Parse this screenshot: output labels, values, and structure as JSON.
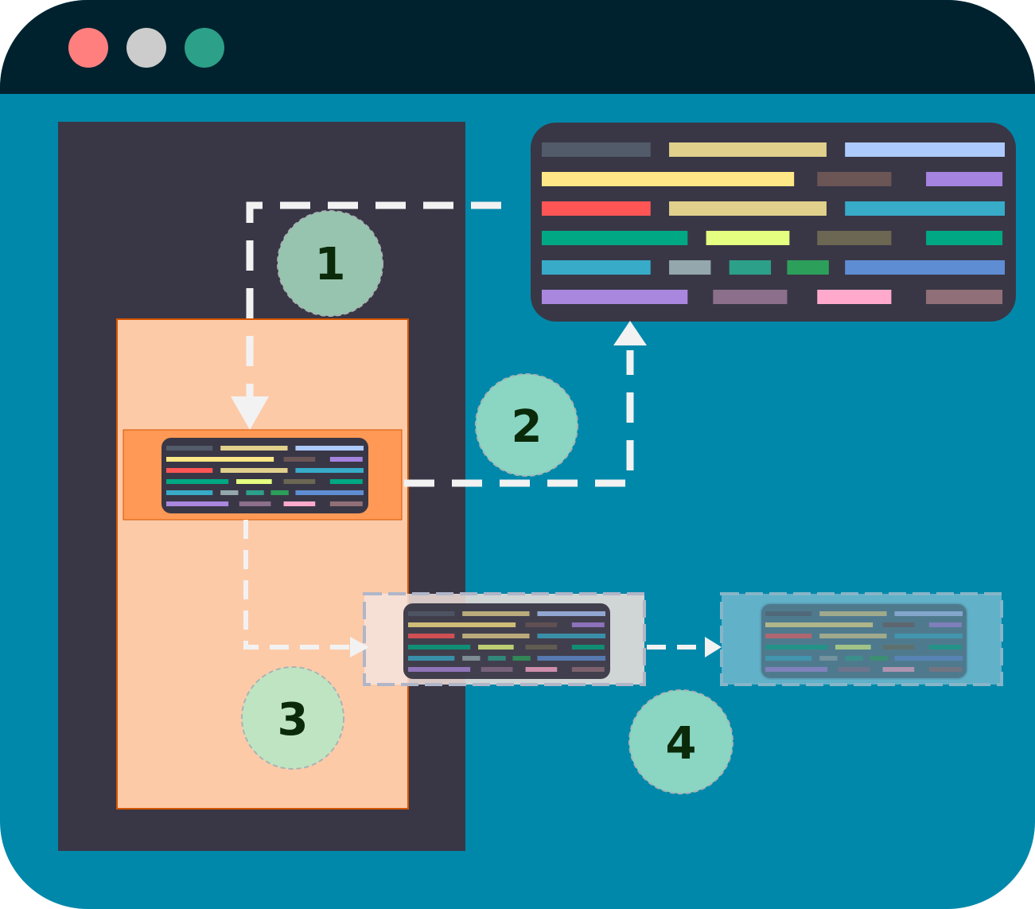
{
  "window": {
    "traffic_lights": [
      {
        "name": "close",
        "color": "#ff7f7f"
      },
      {
        "name": "minimize",
        "color": "#cccccc"
      },
      {
        "name": "zoom",
        "color": "#2ca089"
      }
    ],
    "titlebar_color": "#00222e",
    "background_color": "#0088aa"
  },
  "colors": {
    "panel_dark": "#393746",
    "column_light": "#fdcaa8",
    "column_border": "#d45500",
    "highlight_block": "#ff9955",
    "arrow": "#f2f2f2"
  },
  "steps": [
    {
      "label": "1",
      "color": "#97c4ae"
    },
    {
      "label": "2",
      "color": "#8bd5c3"
    },
    {
      "label": "3",
      "color": "#bfe4c2"
    },
    {
      "label": "4",
      "color": "#8bd5c3"
    }
  ],
  "code_rows": [
    [
      "#525b6a",
      "#e1d08b",
      "#adcaff"
    ],
    [
      "#fee786",
      "#6b5555",
      "#a583e0"
    ],
    [
      "#ff5555",
      "#e1d08b",
      "#37abc8"
    ],
    [
      "#00a883",
      "#e5ff80",
      "#6c6753",
      "#00a883"
    ],
    [
      "#37abc8",
      "#93a7ac",
      "#2ca089",
      "#2ca05a",
      "#5f8dd3"
    ],
    [
      "#aa87de",
      "#8b6f8b",
      "#ffaacc",
      "#916f78"
    ]
  ],
  "ghost_tint": "#2a7f93"
}
